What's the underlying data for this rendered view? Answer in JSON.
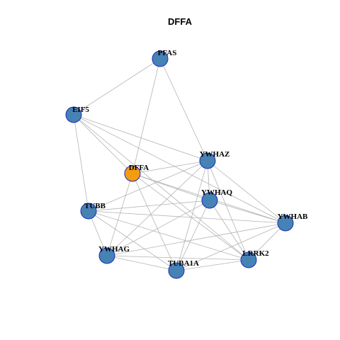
{
  "title": "DFFA",
  "colors": {
    "focus_node": "#f39c12",
    "node": "#4682b4",
    "node_border": "#1a2fb8",
    "edge": "#b4b4b4"
  },
  "nodes": [
    {
      "id": "PFAS",
      "label": "PFAS",
      "focus": false
    },
    {
      "id": "EIF5",
      "label": "EIF5",
      "focus": false
    },
    {
      "id": "YWHAZ",
      "label": "YWHAZ",
      "focus": false
    },
    {
      "id": "DFFA",
      "label": "DFFA",
      "focus": true
    },
    {
      "id": "YWHAQ",
      "label": "YWHAQ",
      "focus": false
    },
    {
      "id": "TUBB",
      "label": "TUBB",
      "focus": false
    },
    {
      "id": "YWHAB",
      "label": "YWHAB",
      "focus": false
    },
    {
      "id": "YWHAG",
      "label": "YWHAG",
      "focus": false
    },
    {
      "id": "LRRK2",
      "label": "LRRK2",
      "focus": false
    },
    {
      "id": "TUBA1A",
      "label": "TUBA1A",
      "focus": false
    }
  ],
  "edges": [
    [
      "PFAS",
      "EIF5"
    ],
    [
      "PFAS",
      "DFFA"
    ],
    [
      "PFAS",
      "YWHAZ"
    ],
    [
      "EIF5",
      "YWHAZ"
    ],
    [
      "EIF5",
      "DFFA"
    ],
    [
      "EIF5",
      "TUBB"
    ],
    [
      "EIF5",
      "YWHAB"
    ],
    [
      "EIF5",
      "LRRK2"
    ],
    [
      "DFFA",
      "YWHAZ"
    ],
    [
      "DFFA",
      "YWHAQ"
    ],
    [
      "DFFA",
      "YWHAB"
    ],
    [
      "DFFA",
      "TUBA1A"
    ],
    [
      "DFFA",
      "LRRK2"
    ],
    [
      "DFFA",
      "YWHAG"
    ],
    [
      "YWHAZ",
      "TUBB"
    ],
    [
      "YWHAZ",
      "YWHAQ"
    ],
    [
      "YWHAZ",
      "YWHAB"
    ],
    [
      "YWHAZ",
      "YWHAG"
    ],
    [
      "YWHAZ",
      "TUBA1A"
    ],
    [
      "YWHAZ",
      "LRRK2"
    ],
    [
      "YWHAQ",
      "TUBB"
    ],
    [
      "YWHAQ",
      "YWHAB"
    ],
    [
      "YWHAQ",
      "YWHAG"
    ],
    [
      "YWHAQ",
      "TUBA1A"
    ],
    [
      "YWHAQ",
      "LRRK2"
    ],
    [
      "TUBB",
      "YWHAB"
    ],
    [
      "TUBB",
      "YWHAG"
    ],
    [
      "TUBB",
      "TUBA1A"
    ],
    [
      "TUBB",
      "LRRK2"
    ],
    [
      "YWHAB",
      "YWHAG"
    ],
    [
      "YWHAB",
      "TUBA1A"
    ],
    [
      "YWHAB",
      "LRRK2"
    ],
    [
      "YWHAG",
      "TUBA1A"
    ],
    [
      "YWHAG",
      "LRRK2"
    ],
    [
      "TUBA1A",
      "LRRK2"
    ]
  ]
}
